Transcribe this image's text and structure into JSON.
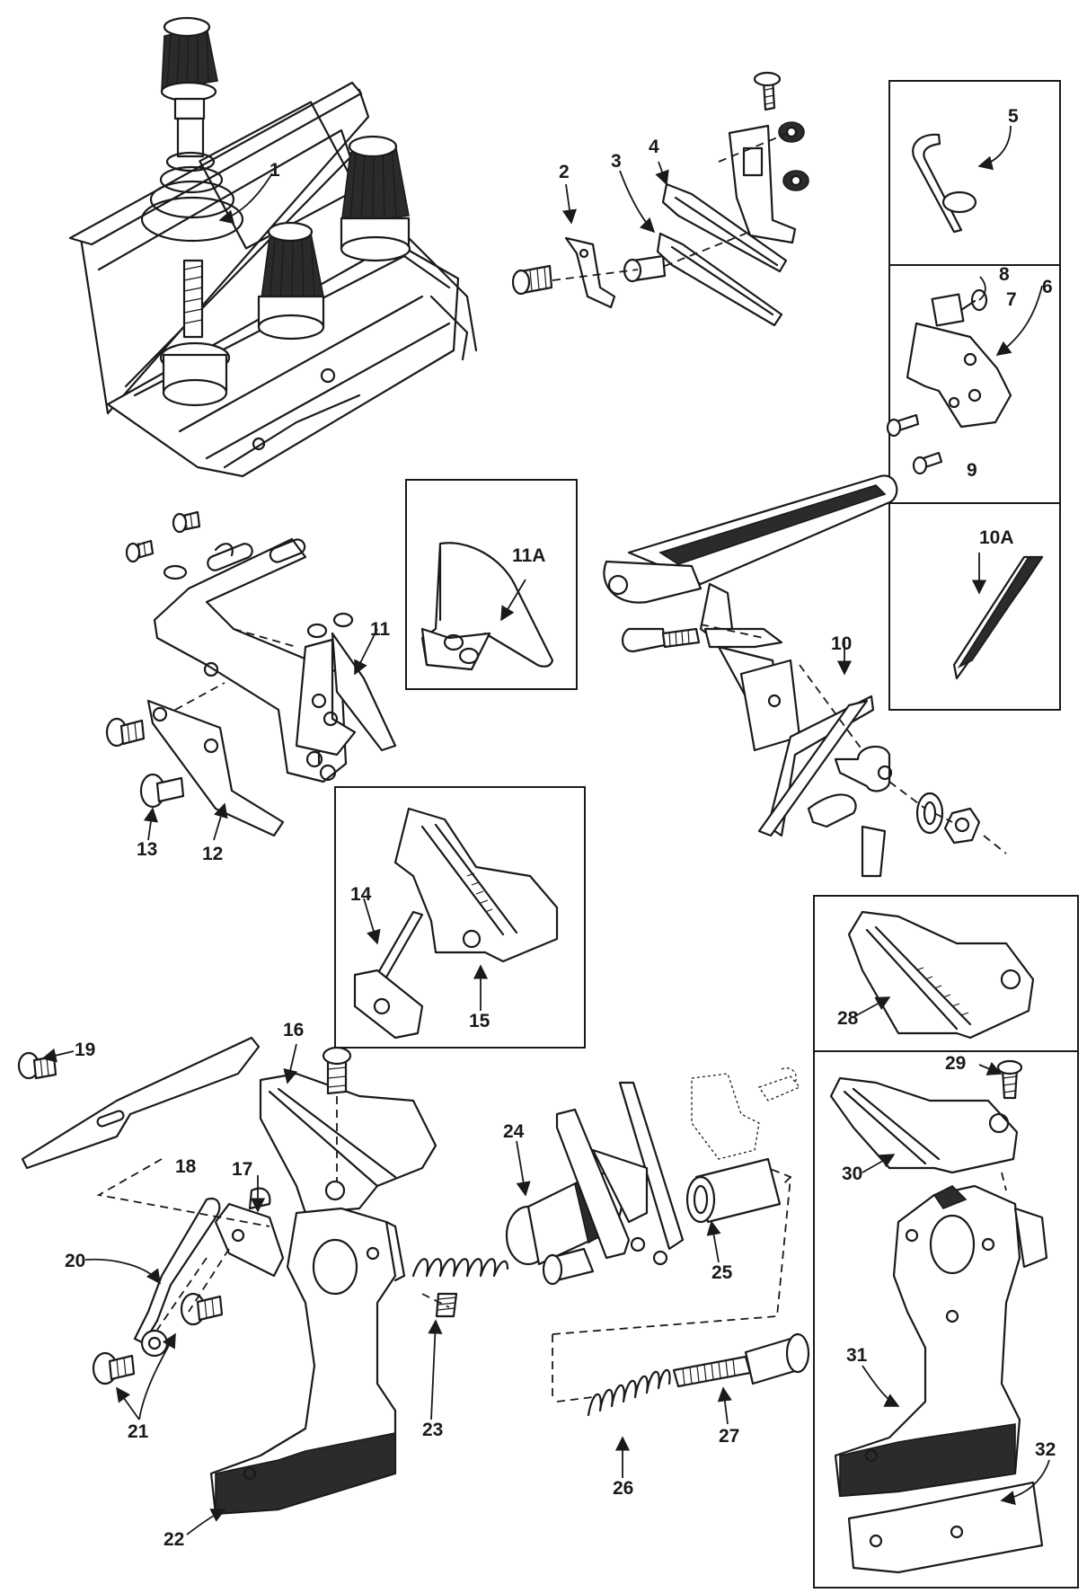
{
  "labels": {
    "p1": "1",
    "p2": "2",
    "p3": "3",
    "p4": "4",
    "p5": "5",
    "p6": "6",
    "p7": "7",
    "p8": "8",
    "p9": "9",
    "p10": "10",
    "p10a": "10A",
    "p11": "11",
    "p11a": "11A",
    "p12": "12",
    "p13": "13",
    "p14": "14",
    "p15": "15",
    "p16": "16",
    "p17": "17",
    "p18": "18",
    "p19": "19",
    "p20": "20",
    "p21": "21",
    "p22": "22",
    "p23": "23",
    "p24": "24",
    "p25": "25",
    "p26": "26",
    "p27": "27",
    "p28": "28",
    "p29": "29",
    "p30": "30",
    "p31": "31",
    "p32": "32"
  },
  "colors": {
    "ink": "#1a1a1a",
    "paper": "#ffffff"
  }
}
